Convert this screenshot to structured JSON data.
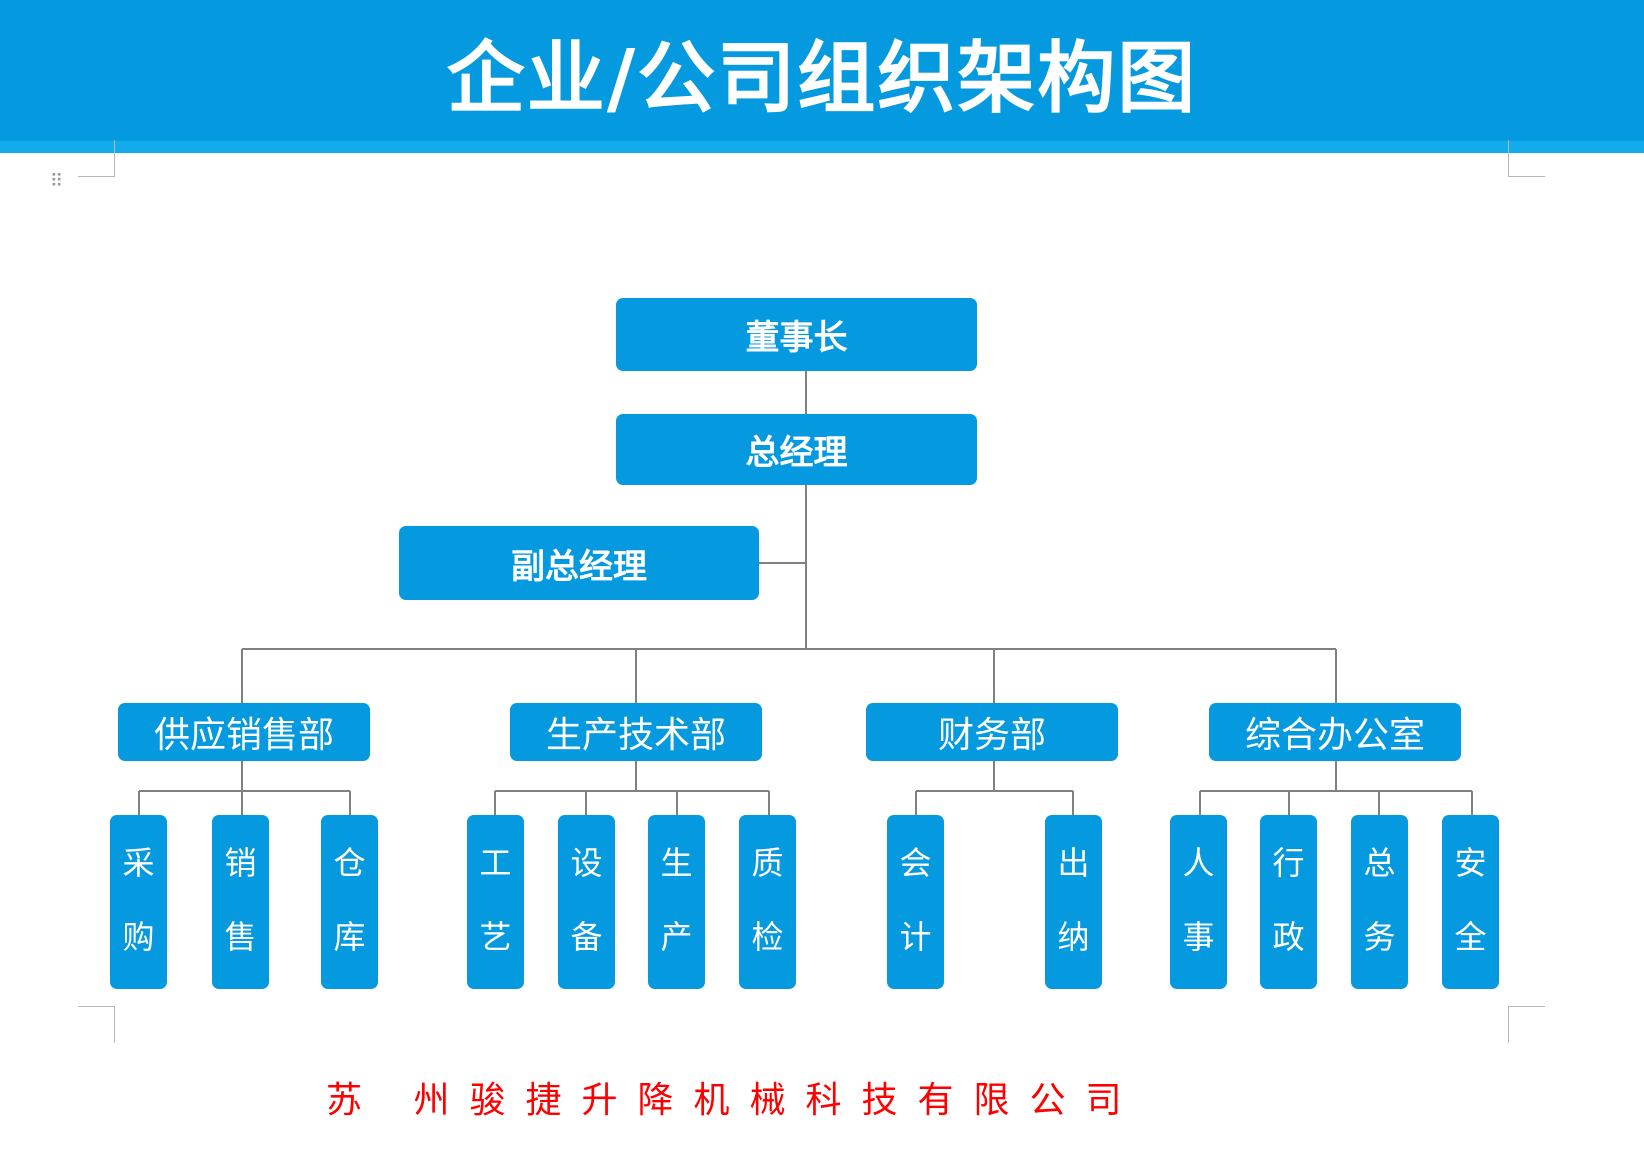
{
  "page_title": "企业/公司组织架构图",
  "colors": {
    "accent": "#0599df",
    "line": "#808080",
    "company_text": "#ff0000"
  },
  "chairman": "董事长",
  "general_manager": "总经理",
  "deputy_general_manager": "副总经理",
  "departments": [
    {
      "name": "供应销售部",
      "units": [
        [
          "采",
          "购"
        ],
        [
          "销",
          "售"
        ],
        [
          "仓",
          "库"
        ]
      ]
    },
    {
      "name": "生产技术部",
      "units": [
        [
          "工",
          "艺"
        ],
        [
          "设",
          "备"
        ],
        [
          "生",
          "产"
        ],
        [
          "质",
          "检"
        ]
      ]
    },
    {
      "name": "财务部",
      "units": [
        [
          "会",
          "计"
        ],
        [
          "出",
          "纳"
        ]
      ]
    },
    {
      "name": "综合办公室",
      "units": [
        [
          "人",
          "事"
        ],
        [
          "行",
          "政"
        ],
        [
          "总",
          "务"
        ],
        [
          "安",
          "全"
        ]
      ]
    }
  ],
  "company_name": "苏 州骏捷升降机械科技有限公司"
}
